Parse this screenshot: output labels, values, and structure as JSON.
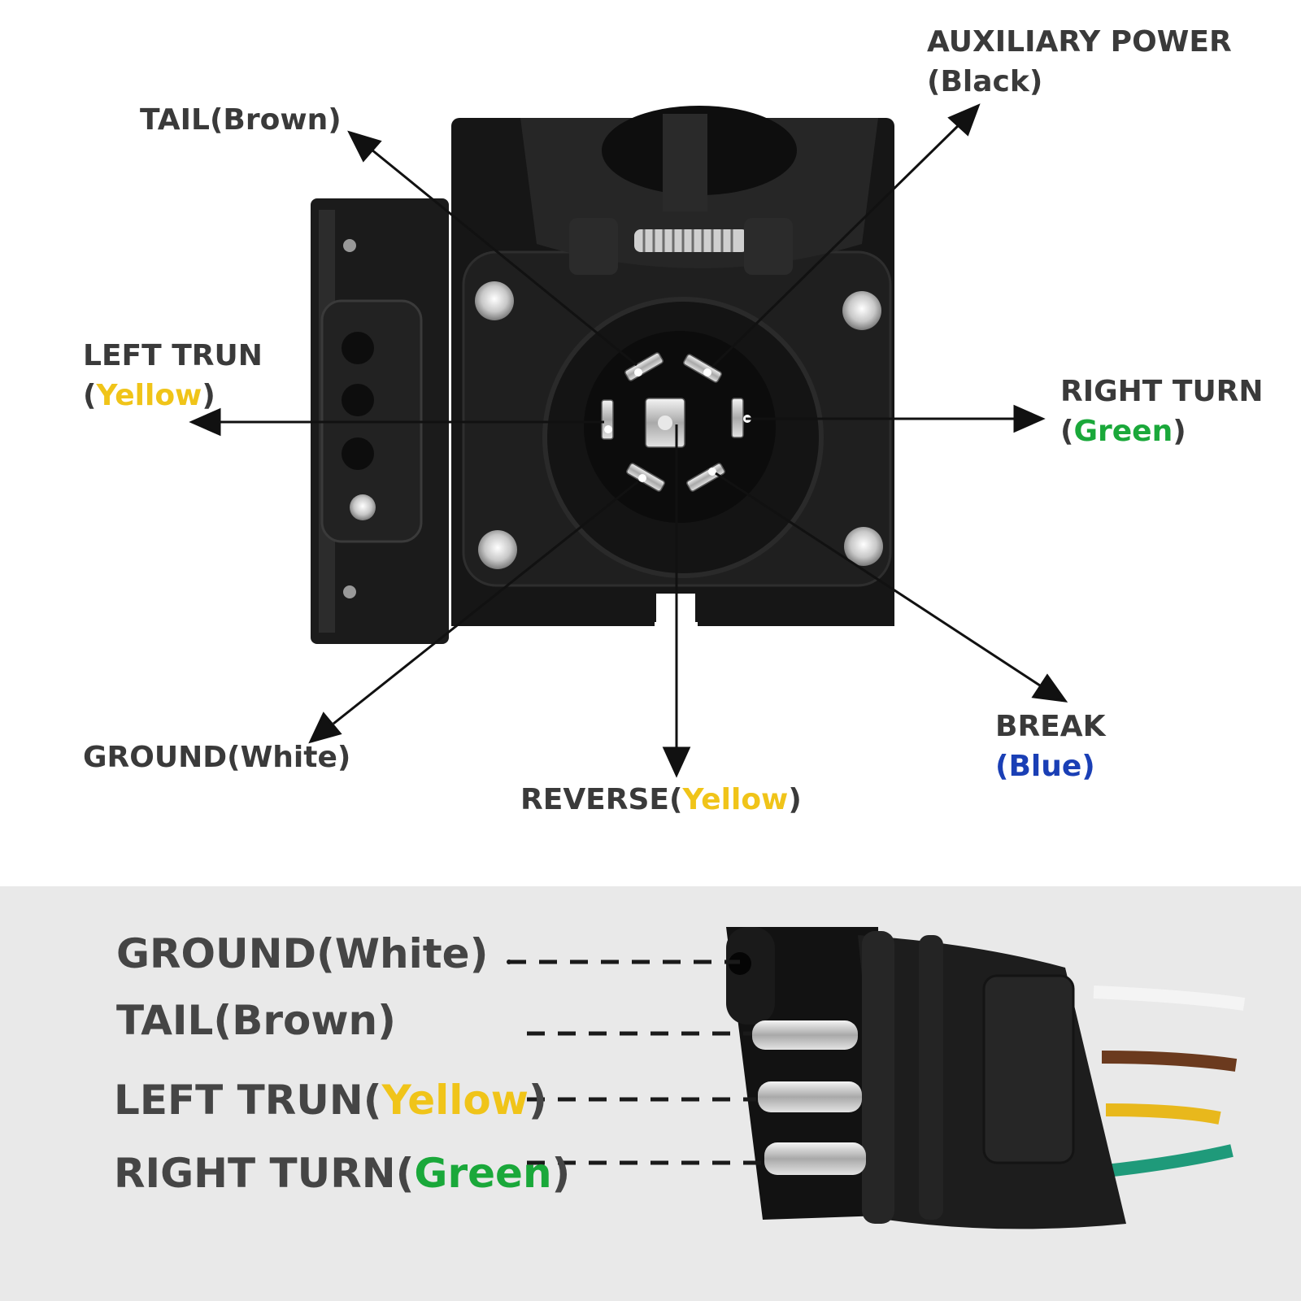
{
  "top_labels": {
    "aux_line1": "AUXILIARY POWER",
    "aux_color": "Black",
    "tail_name": "TAIL",
    "tail_color": "Brown",
    "left_name": "LEFT TRUN",
    "left_color": "Yellow",
    "right_name": "RIGHT TURN",
    "right_color": "Green",
    "ground_name": "GROUND",
    "ground_color": "White",
    "reverse_name": "REVERSE",
    "reverse_color": "Yellow",
    "brake_name": "BREAK",
    "brake_color": "Blue"
  },
  "bottom_labels": {
    "ground_name": "GROUND",
    "ground_color": "White",
    "tail_name": "TAIL",
    "tail_color": "Brown",
    "left_name": "LEFT TRUN",
    "left_color": "Yellow",
    "right_name": "RIGHT TURN",
    "right_color": "Green"
  },
  "colors": {
    "yellow": "#f0c419",
    "green": "#1aa83a",
    "blue": "#1a3fb5",
    "brown_wire": "#6b3a1e",
    "white_wire": "#f2f2f2",
    "green_wire": "#1f9a7a",
    "yellow_wire": "#e8b81c"
  }
}
